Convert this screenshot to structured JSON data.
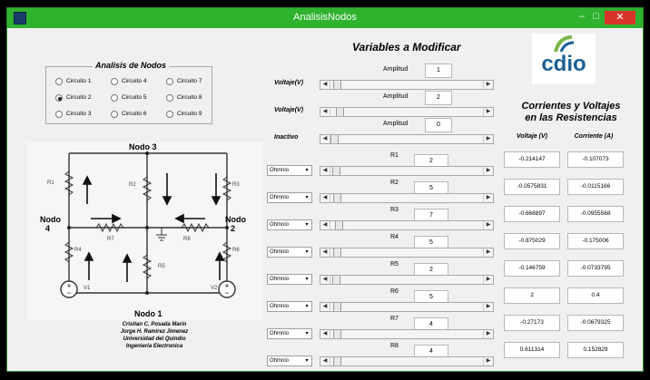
{
  "window": {
    "title": "AnalisisNodos",
    "minimize": "–",
    "maximize": "□",
    "close": "✕"
  },
  "analisis": {
    "title": "Analisis de Nodos",
    "options": [
      {
        "label": "Circuito 1",
        "selected": false
      },
      {
        "label": "Circuito 4",
        "selected": false
      },
      {
        "label": "Circuito 7",
        "selected": false
      },
      {
        "label": "Circuito 2",
        "selected": true
      },
      {
        "label": "Circuito 5",
        "selected": false
      },
      {
        "label": "Circuito 8",
        "selected": false
      },
      {
        "label": "Circuito 3",
        "selected": false
      },
      {
        "label": "Circuito 6",
        "selected": false
      },
      {
        "label": "Circuito 9",
        "selected": false
      }
    ]
  },
  "circuit": {
    "node3": "Nodo 3",
    "node4a": "Nodo",
    "node4b": "4",
    "node2a": "Nodo",
    "node2b": "2",
    "node1": "Nodo 1",
    "r1": "R1",
    "r2": "R2",
    "r3": "R3",
    "r4": "R4",
    "r5": "R5",
    "r6": "R6",
    "r7": "R7",
    "r8": "R8",
    "v1": "V1",
    "v2": "V2"
  },
  "credits": [
    "Cristian C. Posada Marin",
    "Jorge H. Ramirez Jimenez",
    "Universidad del Quindio",
    "Ingenieria Electronica"
  ],
  "vars": {
    "title": "Variables a Modificar",
    "amplitude_label": "Amplitud",
    "voltages": [
      {
        "label": "Voltaje(V)",
        "value": "1",
        "pos": 0.02
      },
      {
        "label": "Voltaje(V)",
        "value": "2",
        "pos": 0.04
      },
      {
        "label": "Inactivo",
        "value": "0",
        "pos": 0.0
      }
    ],
    "unit_option": "Ohmnio",
    "resistors": [
      {
        "label": "R1",
        "value": "2",
        "pos": 0.01
      },
      {
        "label": "R2",
        "value": "5",
        "pos": 0.02
      },
      {
        "label": "R3",
        "value": "7",
        "pos": 0.03
      },
      {
        "label": "R4",
        "value": "5",
        "pos": 0.02
      },
      {
        "label": "R5",
        "value": "2",
        "pos": 0.01
      },
      {
        "label": "R6",
        "value": "5",
        "pos": 0.02
      },
      {
        "label": "R7",
        "value": "4",
        "pos": 0.02
      },
      {
        "label": "R8",
        "value": "4",
        "pos": 0.02
      }
    ]
  },
  "logo": {
    "text": "cdio"
  },
  "results": {
    "title1": "Corrientes y Voltajes",
    "title2": "en las Resistencias",
    "col_voltage": "Voltaje (V)",
    "col_current": "Corriente (A)",
    "rows": [
      {
        "v": "-0.214147",
        "i": "-0.107073"
      },
      {
        "v": "-0.0575831",
        "i": "-0.0115166"
      },
      {
        "v": "-0.668897",
        "i": "-0.0955568"
      },
      {
        "v": "-0.875029",
        "i": "-0.175006"
      },
      {
        "v": "-0.146759",
        "i": "-0.0733795"
      },
      {
        "v": "2",
        "i": "0.4"
      },
      {
        "v": "-0.27173",
        "i": "-0.0679325"
      },
      {
        "v": "0.611314",
        "i": "0.152829"
      }
    ]
  },
  "colors": {
    "titlebar": "#2fb32f",
    "logo": "#1a5f95",
    "logo_accent": "#7ab648"
  }
}
